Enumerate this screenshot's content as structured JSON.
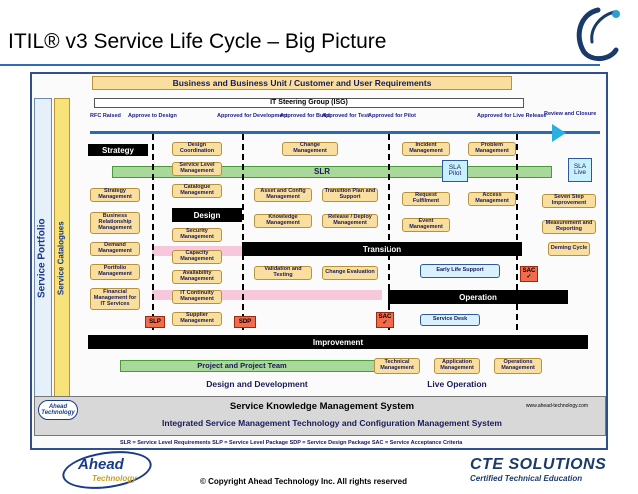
{
  "title": "ITIL® v3 Service Life Cycle – Big Picture",
  "diagram": {
    "top_band": "Business and Business Unit / Customer and User Requirements",
    "isg": "IT Steering Group (ISG)",
    "steps": [
      "RFC Raised",
      "Approve to Design",
      "Approved for Development",
      "Approved for Build",
      "Approved for Test",
      "Approved for Pilot",
      "Approved for Live Release",
      "Review and Closure"
    ],
    "service_portfolio": "Service Portfolio",
    "service_catalogues": "Service Catalogues",
    "strategy": "Strategy",
    "design": "Design",
    "transition": "Transition",
    "operation": "Operation",
    "improvement": "Improvement",
    "slr": "SLR",
    "sla_pilot": "SLA Pilot",
    "sla_live": "SLA Live",
    "slp": "SLP",
    "sdp": "SDP",
    "sac": "SAC ✓",
    "project_team": "Project and Project Team",
    "design_dev": "Design and Development",
    "live_operation": "Live Operation",
    "processes": {
      "strategy_mgmt": "Strategy Management",
      "business_rel": "Business Relationship Management",
      "demand": "Demand Management",
      "portfolio": "Portfolio Management",
      "financial": "Financial Management for IT Services",
      "design_coord": "Design Coordination",
      "slm": "Service Level Management",
      "catalogue": "Catalogue Management",
      "security": "Security Management",
      "capacity": "Capacity Management",
      "availability": "Availability Management",
      "itcm": "IT Continuity Management",
      "supplier": "Supplier Management",
      "change": "Change Management",
      "asset_config": "Asset and Config Management",
      "transition_plan": "Transition Plan and Support",
      "knowledge": "Knowledge Management",
      "release": "Release / Deploy Management",
      "validation": "Validation and Testing",
      "evaluation": "Change Evaluation",
      "incident": "Incident Management",
      "problem": "Problem Management",
      "request": "Request Fulfilment",
      "access": "Access Management",
      "event": "Event Management",
      "early_life": "Early Life Support",
      "service_desk": "Service Desk",
      "seven_step": "Seven Step Improvement",
      "measurement": "Measurement and Reporting",
      "deming": "Deming Cycle",
      "technical": "Technical Management",
      "application": "Application Management",
      "ops_mgmt": "Operations Management"
    },
    "skms": "Service Knowledge Management System",
    "integrated": "Integrated Service Management Technology and Configuration Management System",
    "url": "www.ahead-technology.com",
    "ahead_small": "Ahead Technology",
    "abbrev": "SLR = Service Level Requirements   SLP = Service Level Package   SDP = Service Design Package   SAC = Service Acceptance Criteria"
  },
  "logos": {
    "ahead_brand": "Ahead",
    "ahead_sub": "Technology",
    "cte_name": "CTE SOLUTIONS",
    "cte_tag": "Certified Technical Education"
  },
  "copyright": "© Copyright Ahead Technology Inc.  All rights reserved",
  "colors": {
    "accent_blue": "#2f6db5",
    "pill": "#f8dfa0",
    "green": "#a8d89a",
    "red": "#f36b4c"
  }
}
